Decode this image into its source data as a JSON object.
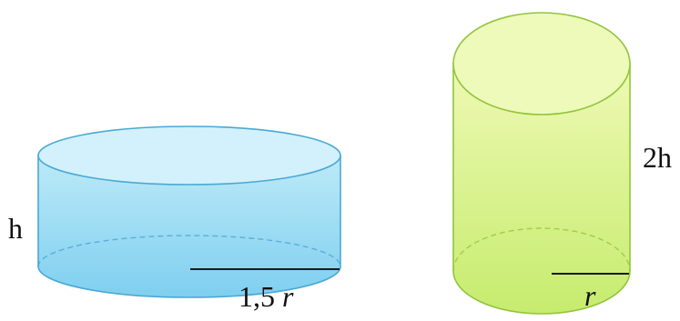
{
  "cylinder_wide": {
    "height_label": "h",
    "radius_coef": "1,5",
    "radius_var": "r",
    "body_color_top": "#bdeaf8",
    "body_color_bottom": "#7fcff0",
    "top_color": "#d2f1fc",
    "outline_color": "#4aa8d4"
  },
  "cylinder_tall": {
    "height_label": "2h",
    "radius_var": "r",
    "body_color_top": "#eef9b4",
    "body_color_bottom": "#c6ec6e",
    "top_color": "#eefab9",
    "outline_color": "#93c43d"
  }
}
